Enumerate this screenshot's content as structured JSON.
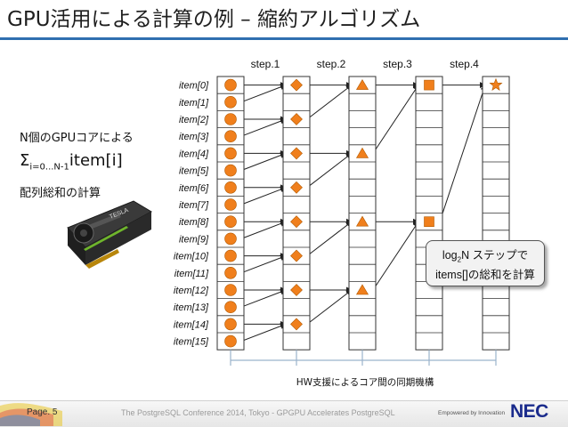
{
  "title": "GPU活用による計算の例 – 縮約アルゴリズム",
  "left_panel": {
    "line1": "N個のGPUコアによる",
    "sigma": "Σ",
    "subscript": "i=0...N-1",
    "sum_term": "item[i]",
    "line3": "配列総和の計算"
  },
  "steps": [
    "step.1",
    "step.2",
    "step.3",
    "step.4"
  ],
  "items": [
    "item[0]",
    "item[1]",
    "item[2]",
    "item[3]",
    "item[4]",
    "item[5]",
    "item[6]",
    "item[7]",
    "item[8]",
    "item[9]",
    "item[10]",
    "item[11]",
    "item[12]",
    "item[13]",
    "item[14]",
    "item[15]"
  ],
  "callout": {
    "prefix": "log",
    "sub": "2",
    "rest": "N ステップで",
    "line2": "items[]の総和を計算"
  },
  "sync_label": "HW支援によるコア間の同期機構",
  "gpu_label": "TESLA",
  "footer": {
    "page": "Page. 5",
    "center": "The PostgreSQL Conference 2014, Tokyo - GPGPU Accelerates PostgreSQL",
    "tagline": "Empowered by Innovation",
    "logo": "NEC"
  },
  "colors": {
    "accent": "#2f6fb0",
    "marker": "#f07f1c",
    "marker_stroke": "#b25900",
    "logo": "#1a2b8c"
  },
  "marker_shapes": [
    "circle",
    "diamond",
    "triangle",
    "square",
    "star"
  ]
}
